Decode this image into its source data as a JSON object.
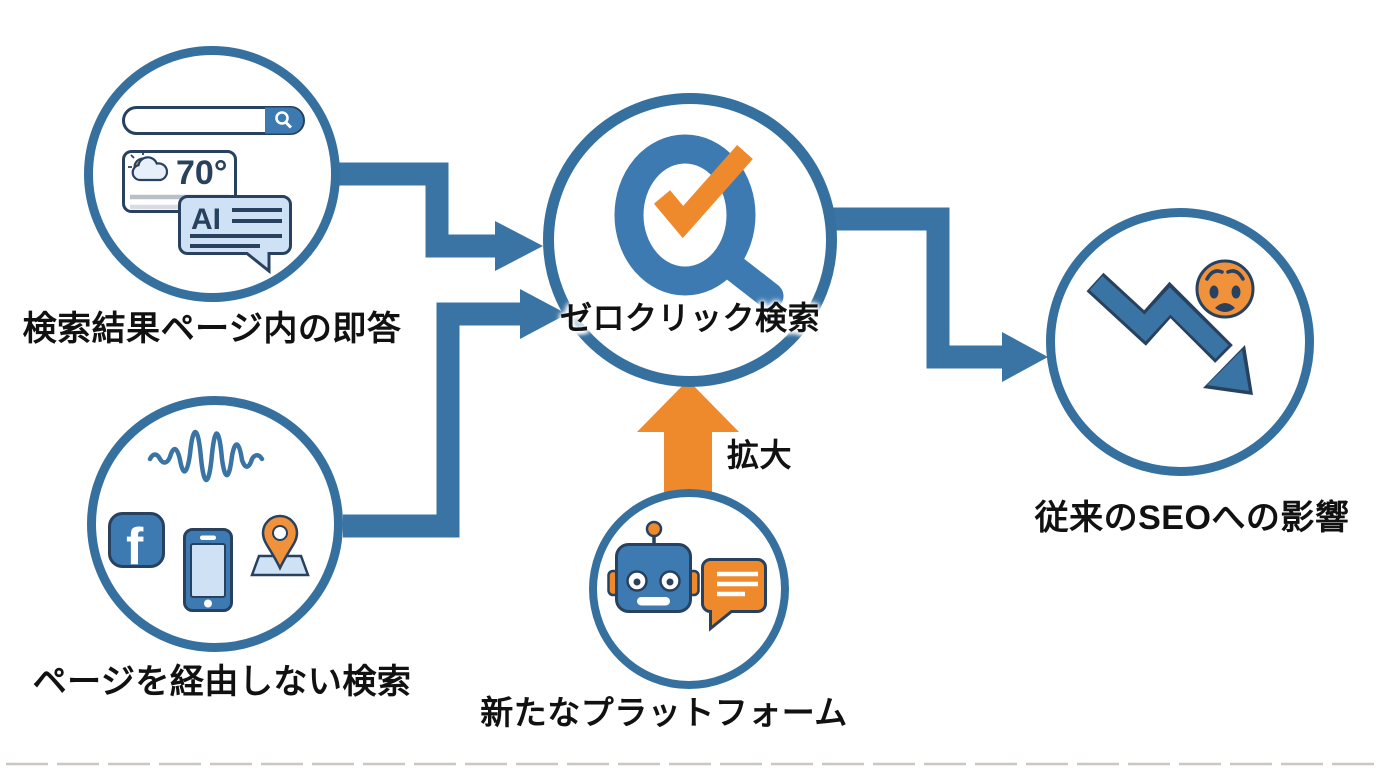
{
  "colors": {
    "circle-blue": "#35709f",
    "arrow-blue": "#3a74a4",
    "icon-blue": "#3d7ab1",
    "light-blue": "#cfe2f5",
    "navy": "#27415f",
    "orange": "#ef8a2c",
    "face-orange": "#f0913c",
    "text-black": "#111111",
    "line-gray": "#b9bfc6",
    "footer-gray": "#ccc7c0"
  },
  "nodes": {
    "serp": {
      "label": "検索結果ページ内の即答",
      "weather_temp": "70°",
      "ai_label": "AI",
      "icons": [
        "search-bar-icon",
        "weather-card-icon",
        "ai-answer-bubble-icon"
      ]
    },
    "no_page": {
      "label": "ページを経由しない検索",
      "facebook_letter": "f",
      "icons": [
        "voice-waveform-icon",
        "facebook-icon",
        "smartphone-icon",
        "map-pin-icon"
      ]
    },
    "zero_click": {
      "label": "ゼロクリック検索",
      "icons": [
        "zero-magnifier-check-icon"
      ]
    },
    "platforms": {
      "label": "新たなプラットフォーム",
      "icons": [
        "chatbot-icon",
        "chat-bubble-icon"
      ]
    },
    "seo_impact": {
      "label": "従来のSEOへの影響",
      "icons": [
        "declining-trend-arrow-icon",
        "worried-face-icon"
      ]
    }
  },
  "edges": {
    "expand_label": "拡大"
  }
}
